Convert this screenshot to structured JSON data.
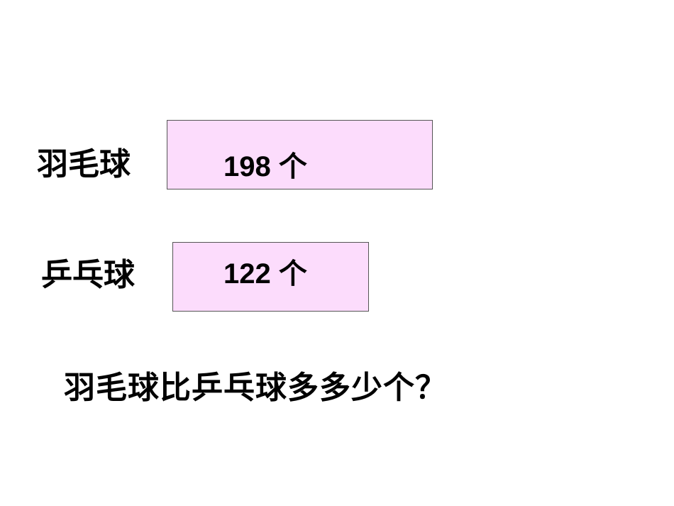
{
  "rows": [
    {
      "label": "羽毛球",
      "value": "198 个"
    },
    {
      "label": "乒乓球",
      "value": "122 个"
    }
  ],
  "question": "羽毛球比乒乓球多多少个？",
  "colors": {
    "bar_fill": "#fcdcfc",
    "bar_border": "#555555",
    "text": "#000000"
  }
}
